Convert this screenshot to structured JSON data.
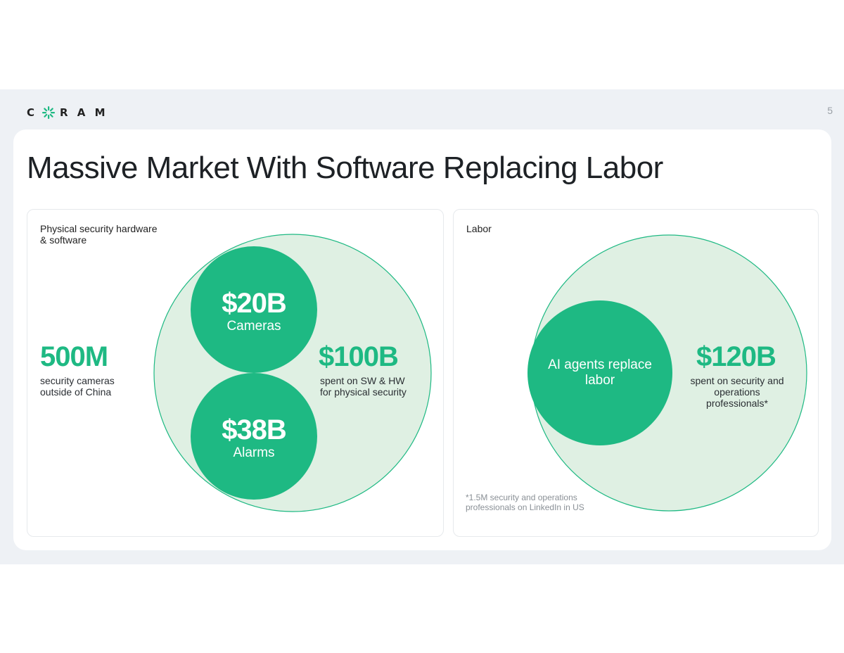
{
  "header": {
    "logo_text": "C RAM",
    "page_number": "5"
  },
  "title": "Massive Market With Software Replacing Labor",
  "colors": {
    "brand_green": "#1eb983",
    "light_green": "#dff0e3",
    "background": "#eef1f5"
  },
  "left_panel": {
    "label": "Physical security hardware & software",
    "stat": {
      "value": "500M",
      "description": "security cameras outside of China"
    },
    "outer": {
      "value": "$100B",
      "description": "spent on SW & HW for physical security"
    },
    "inner_top": {
      "value": "$20B",
      "label": "Cameras"
    },
    "inner_bottom": {
      "value": "$38B",
      "label": "Alarms"
    }
  },
  "right_panel": {
    "label": "Labor",
    "outer": {
      "value": "$120B",
      "description": "spent on security and operations professionals*"
    },
    "inner": {
      "label": "AI agents replace labor"
    },
    "footnote": "*1.5M security and operations professionals on LinkedIn in US"
  }
}
